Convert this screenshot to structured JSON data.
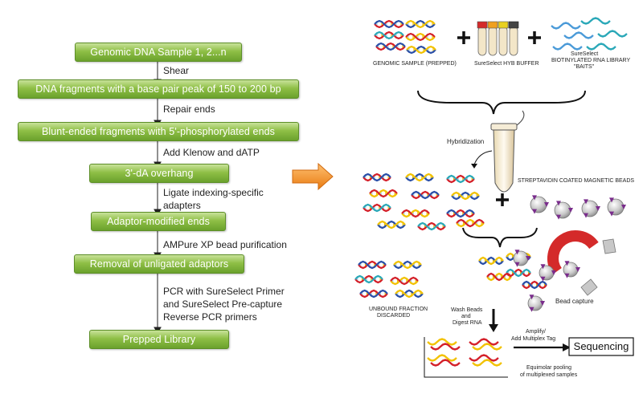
{
  "workflow": {
    "boxes": [
      "Genomic DNA Sample 1, 2...n",
      "DNA fragments with a base pair peak of 150 to 200 bp",
      "Blunt-ended fragments with 5'-phosphorylated ends",
      "3'-dA overhang",
      "Adaptor-modified ends",
      "Removal of unligated adaptors",
      "Prepped Library"
    ],
    "steps": [
      "Shear",
      "Repair ends",
      "Add Klenow and dATP",
      "Ligate indexing-specific",
      "adapters",
      "AMPure XP bead purification",
      "PCR with SureSelect Primer",
      "and SureSelect Pre-capture",
      "Reverse PCR primers"
    ]
  },
  "illustration": {
    "genomic_sample_label": "GENOMIC SAMPLE (PREPPED)",
    "buffer_label": "SureSelect HYB BUFFER",
    "baits_label_1": "SureSelect",
    "baits_label_2": "BIOTINYLATED RNA LIBRARY",
    "baits_label_3": "\"BAITS\"",
    "hybridization_label": "Hybridization",
    "beads_label": "STREPTAVIDIN COATED MAGNETIC BEADS",
    "unbound_label_1": "UNBOUND FRACTION",
    "unbound_label_2": "DISCARDED",
    "bead_capture_label": "Bead capture",
    "wash_label_1": "Wash Beads",
    "wash_label_2": "and",
    "wash_label_3": "Digest RNA",
    "amplify_label_1": "Amplify/",
    "amplify_label_2": "Add Multiplex Tag",
    "sequencing_label": "Sequencing",
    "pooling_label_1": "Equimolar pooling",
    "pooling_label_2": "of multiplexed samples",
    "plus": "+"
  },
  "colors": {
    "box_green": "#8fbf46",
    "arrow_orange": "#f08c1e",
    "magnet_red": "#d42a2a",
    "bead_purple": "#7a2d8c",
    "helix_red": "#d4202a",
    "helix_blue": "#2a4fa8",
    "helix_yellow": "#f2c200",
    "helix_teal": "#2aa8b8"
  }
}
